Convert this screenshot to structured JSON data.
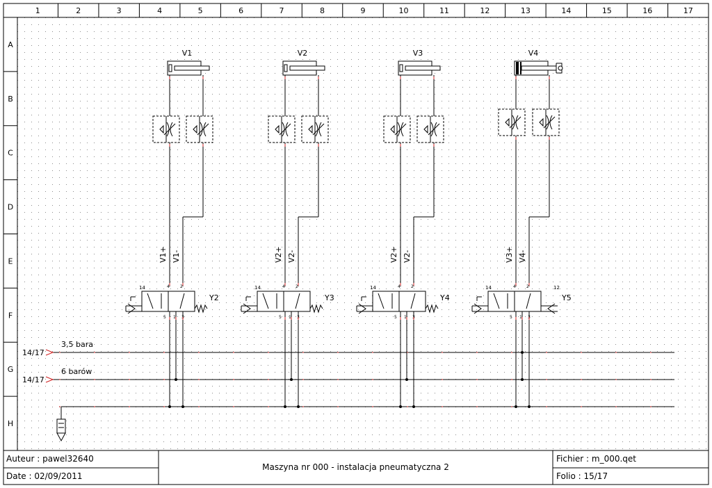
{
  "sheet": {
    "columns": [
      "1",
      "2",
      "3",
      "4",
      "5",
      "6",
      "7",
      "8",
      "9",
      "10",
      "11",
      "12",
      "13",
      "14",
      "15",
      "16",
      "17"
    ],
    "rows": [
      "A",
      "B",
      "C",
      "D",
      "E",
      "F",
      "G",
      "H"
    ]
  },
  "cylinders": [
    {
      "label": "V1"
    },
    {
      "label": "V2"
    },
    {
      "label": "V3"
    },
    {
      "label": "V4"
    }
  ],
  "valves": [
    {
      "label": "Y2",
      "port_left": "14",
      "port_right": "",
      "line_a": "V1+",
      "line_b": "V1-"
    },
    {
      "label": "Y3",
      "port_left": "14",
      "port_right": "",
      "line_a": "V2+",
      "line_b": "V2-"
    },
    {
      "label": "Y4",
      "port_left": "14",
      "port_right": "",
      "line_a": "V2+",
      "line_b": "V2-"
    },
    {
      "label": "Y5",
      "port_left": "14",
      "port_right": "12",
      "line_a": "V3+",
      "line_b": "V4-"
    }
  ],
  "valve_ports": {
    "top_a": "4",
    "top_b": "2",
    "bottom": [
      "5",
      "1",
      "3"
    ]
  },
  "supply_lines": [
    {
      "ref": "14/17",
      "label": "3,5 bara"
    },
    {
      "ref": "14/17",
      "label": "6 barów"
    }
  ],
  "title_block": {
    "author": "Auteur : pawel32640",
    "date": "Date : 02/09/2011",
    "title": "Maszyna nr 000 - instalacja pneumatyczna 2",
    "file": "Fichier : m_000.qet",
    "folio": "Folio : 15/17"
  }
}
